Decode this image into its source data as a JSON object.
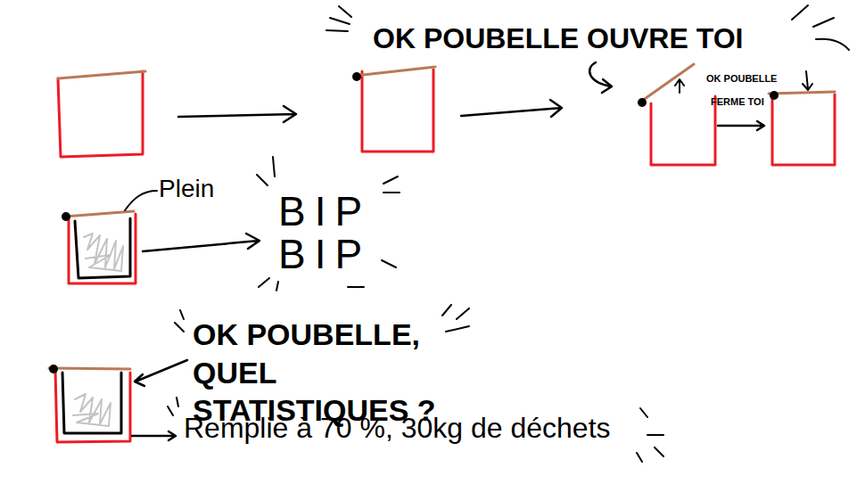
{
  "diagram": {
    "labels": [
      "OK POUBELLE OUVRE TOI",
      "OK POUBELLE",
      "FERME TOI",
      "Plein",
      "BIP",
      "BIP",
      "OK POUBELLE, QUEL STATISTIQUES ?",
      "Remplie à 70 %, 30kg de déchets"
    ]
  }
}
